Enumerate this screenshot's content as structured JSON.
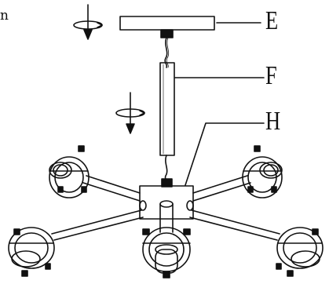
{
  "labels": {
    "e": "E",
    "f": "F",
    "h": "H"
  },
  "text_fragment": "n"
}
